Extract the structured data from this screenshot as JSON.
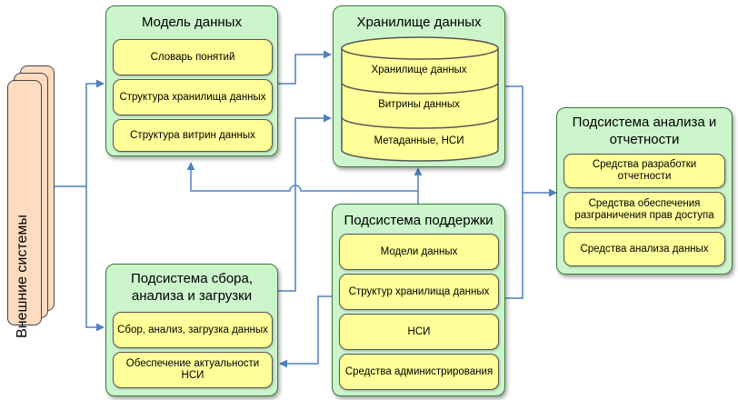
{
  "external_systems": {
    "label": "Внешние системы"
  },
  "data_model": {
    "title": "Модель данных",
    "items": [
      "Словарь понятий",
      "Структура хранилища данных",
      "Структура витрин данных"
    ]
  },
  "warehouse": {
    "title": "Хранилище данных",
    "layers": [
      "Хранилище данных",
      "Витрины данных",
      "Метаданные, НСИ"
    ]
  },
  "etl": {
    "title": "Подсистема сбора, анализа и загрузки",
    "items": [
      "Сбор, анализ, загрузка данных",
      "Обеспечение актуальности НСИ"
    ]
  },
  "support": {
    "title": "Подсистема поддержки",
    "items": [
      "Модели данных",
      "Структур хранилища данных",
      "НСИ",
      "Средства администрирования"
    ]
  },
  "reporting": {
    "title": "Подсистема анализа и отчетности",
    "items": [
      "Средства разработки отчетности",
      "Средства обеспечения разграничения прав доступа",
      "Средства анализа данных"
    ]
  },
  "colors": {
    "panel_fill": "#ccf5cc",
    "panel_border": "#3a7a3a",
    "item_fill": "#ffff99",
    "external_fill": "#ffdcc0",
    "arrow": "#4f81bd"
  }
}
